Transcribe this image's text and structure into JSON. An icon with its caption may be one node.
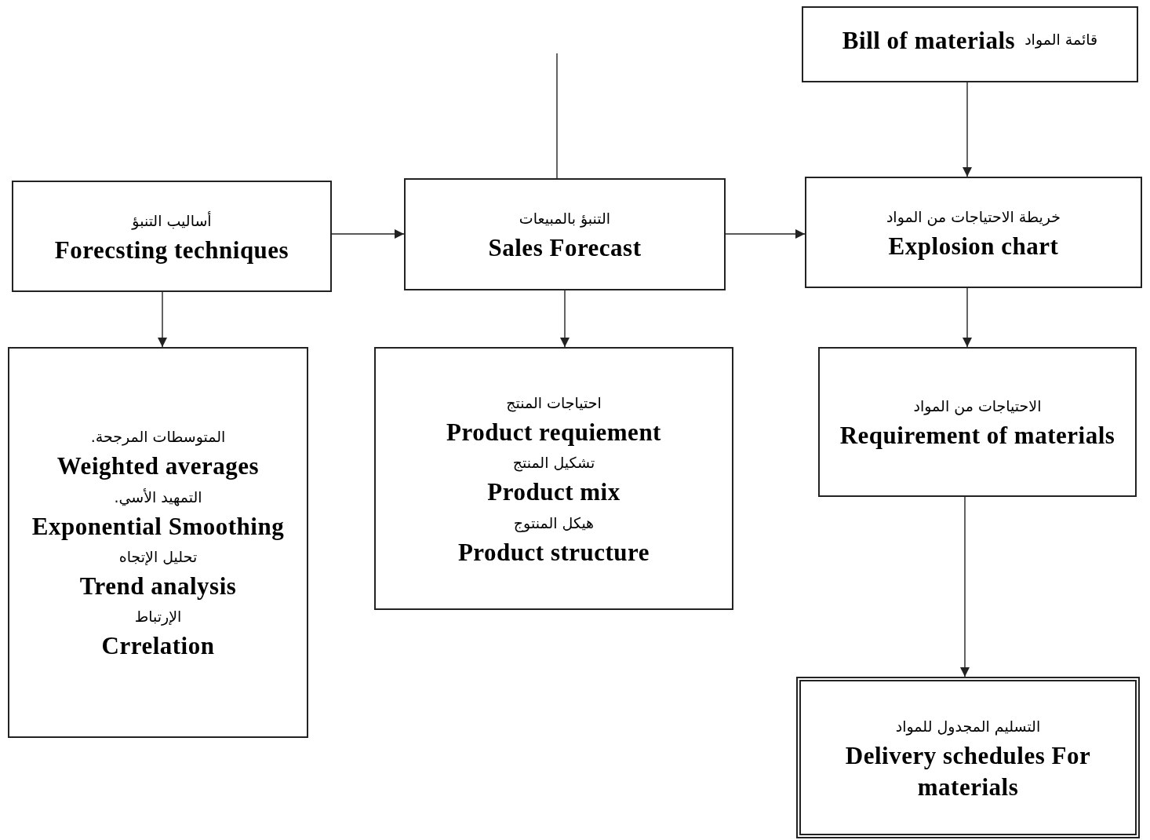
{
  "diagram": {
    "nodes": [
      {
        "text": [
          "قائمة المواد",
          "Bill of materials"
        ]
      },
      {
        "text": [
          "أساليب التنبؤ",
          "Forecsting techniques"
        ]
      },
      {
        "text": [
          "التنبؤ بالمبيعات",
          "Sales Forecast"
        ]
      },
      {
        "text": [
          "خريطة الاحتياجات من المواد",
          "Explosion chart"
        ]
      },
      {
        "text": [
          "المتوسطات المرجحة.",
          "Weighted averages",
          "التمهيد الأسي.",
          "Exponential Smoothing",
          "تحليل الإتجاه",
          "Trend analysis",
          "الإرتباط",
          "Crrelation"
        ]
      },
      {
        "text": [
          "احتياجات المنتج",
          "Product requiement",
          "تشكيل المنتج",
          "Product mix",
          "هيكل المنتوج",
          "Product structure"
        ]
      },
      {
        "text": [
          "الاحتياجات من المواد",
          "Requirement of materials"
        ]
      },
      {
        "text": [
          "التسليم المجدول للمواد",
          "Delivery schedules For materials"
        ]
      }
    ],
    "edges": [
      {
        "from": 1,
        "to": 2,
        "arrow": "to"
      },
      {
        "from": 2,
        "to": 3,
        "arrow": "to"
      },
      {
        "from": 0,
        "to": 3,
        "arrow": "to"
      },
      {
        "from": 1,
        "to": 4,
        "arrow": "to"
      },
      {
        "from": 2,
        "to": 5,
        "arrow": "to"
      },
      {
        "from": 3,
        "to": 6,
        "arrow": "to"
      },
      {
        "from": 6,
        "to": 7,
        "arrow": "to"
      },
      {
        "from": null,
        "to": 2,
        "arrow": "none"
      }
    ]
  }
}
